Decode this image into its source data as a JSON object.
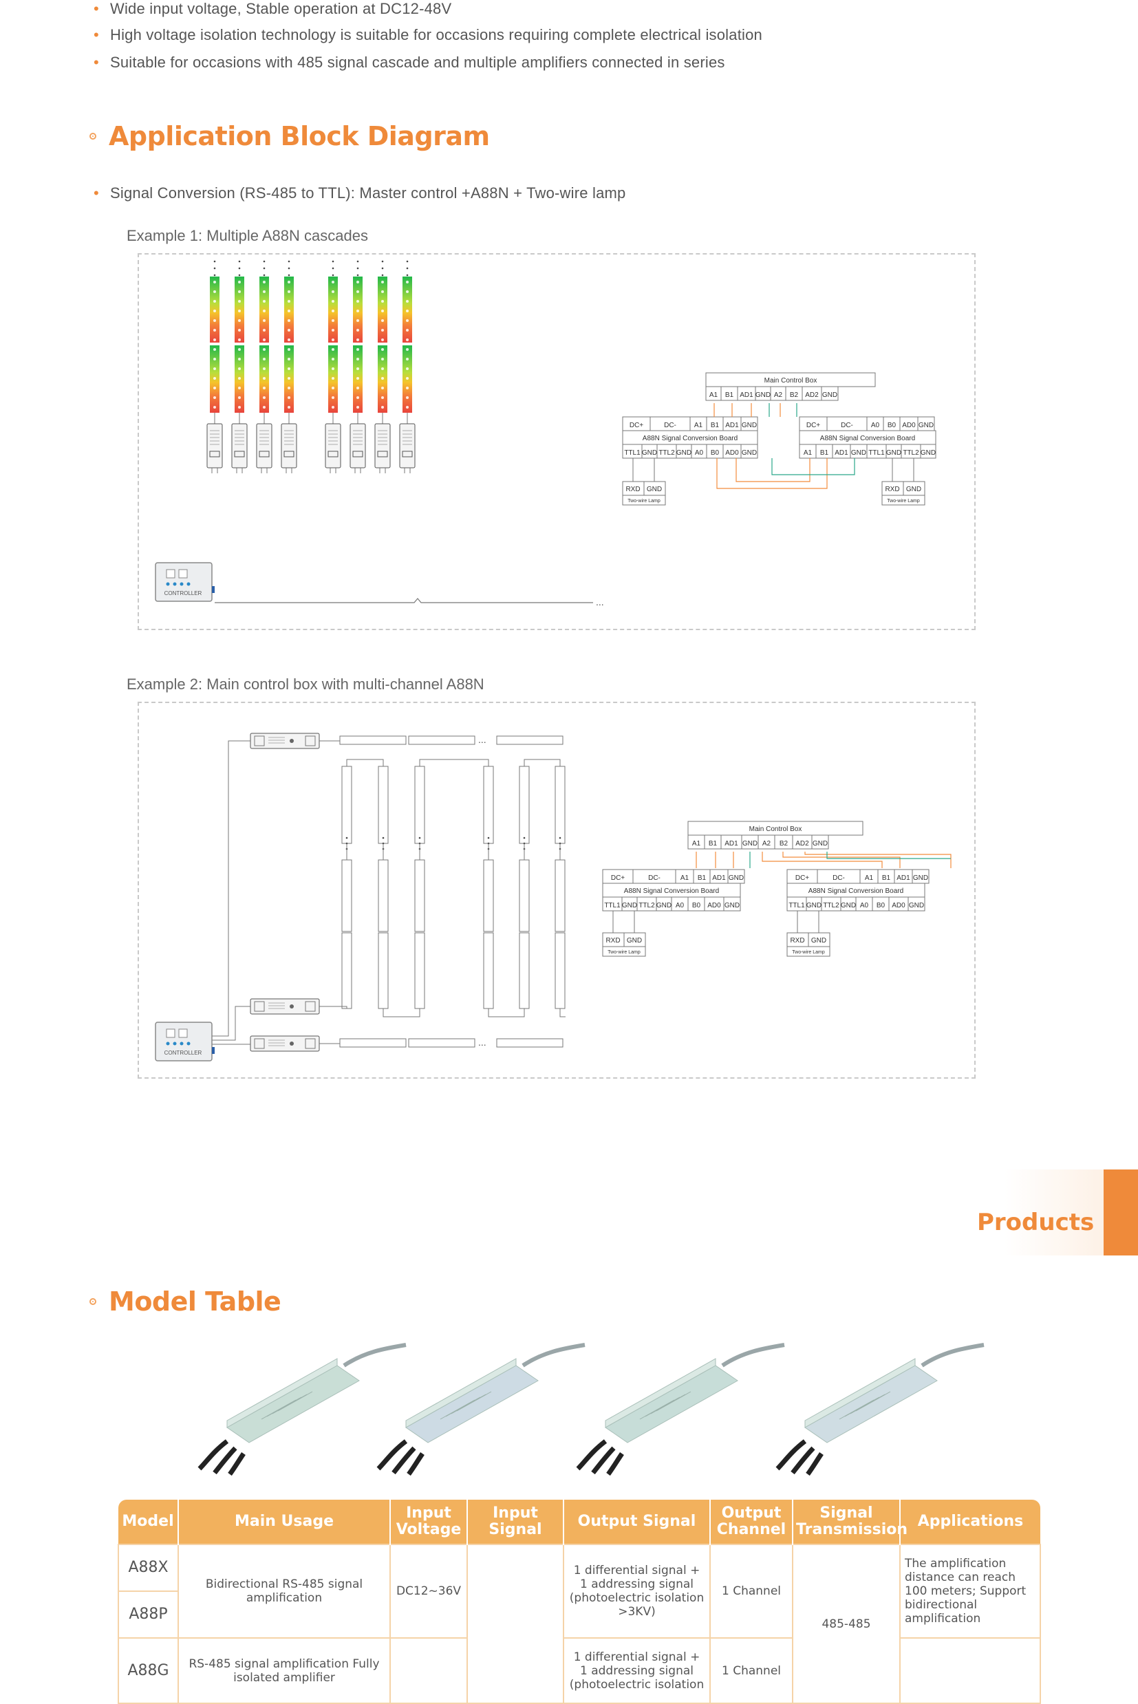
{
  "features": [
    "Wide input voltage, Stable operation at DC12-48V",
    "High voltage isolation technology is suitable for occasions requiring complete electrical isolation",
    "Suitable for occasions with 485 signal cascade and multiple amplifiers connected in series"
  ],
  "application": {
    "title": "Application Block Diagram",
    "bullet": "Signal Conversion (RS-485 to TTL): Master control +A88N + Two-wire lamp",
    "example1_title": "Example 1:  Multiple A88N cascades",
    "example2_title": "Example 2:  Main control box with multi-channel A88N",
    "controller_label": "CONTROLLER",
    "main_box_label": "Main Control Box",
    "main_box_terminals": [
      "A1",
      "B1",
      "AD1",
      "GND",
      "A2",
      "B2",
      "AD2",
      "GND"
    ],
    "board_label": "A88N Signal Conversion Board",
    "board_left_top": [
      "DC+",
      "DC-",
      "A1",
      "B1",
      "AD1",
      "GND"
    ],
    "board_left_bottom": [
      "TTL1",
      "GND",
      "TTL2",
      "GND",
      "A0",
      "B0",
      "AD0",
      "GND"
    ],
    "board_right_top": [
      "DC+",
      "DC-",
      "A0",
      "B0",
      "AD0",
      "GND"
    ],
    "board_right_bottom_ex1": [
      "A1",
      "B1",
      "AD1",
      "GND",
      "TTL1",
      "GND",
      "TTL2",
      "GND"
    ],
    "board_right_top_ex2": [
      "DC+",
      "DC-",
      "A1",
      "B1",
      "AD1",
      "GND"
    ],
    "board_right_bottom_ex2": [
      "TTL1",
      "GND",
      "TTL2",
      "GND",
      "A0",
      "B0",
      "AD0",
      "GND"
    ],
    "lamp_terminals": [
      "RXD",
      "GND"
    ],
    "lamp_label": "Two-wire Lamp",
    "ellipsis": "..."
  },
  "products_tab": "Products",
  "model_table": {
    "title": "Model Table",
    "headers": [
      "Model",
      "Main Usage",
      "Input Voltage",
      "Input Signal",
      "Output Signal",
      "Output Channel",
      "Signal Transmission",
      "Applications"
    ],
    "rows": {
      "a88x": "A88X",
      "a88p": "A88P",
      "a88g": "A88G",
      "usage1": "Bidirectional RS-485 signal amplification",
      "voltage1": "DC12~36V",
      "output1": "1 differential signal + 1 addressing signal (photoelectric isolation >3KV)",
      "channel1": "1 Channel",
      "transmission": "485-485",
      "apps1": "The amplification distance can reach 100 meters; Support bidirectional amplification",
      "usage2": "RS-485 signal amplification Fully isolated amplifier",
      "output2": "1 differential signal + 1 addressing signal (photoelectric isolation",
      "channel2": "1 Channel"
    }
  },
  "colors": {
    "accent": "#ef8a3a",
    "table_header": "#f2b15d",
    "table_border": "#f5d3a8"
  }
}
